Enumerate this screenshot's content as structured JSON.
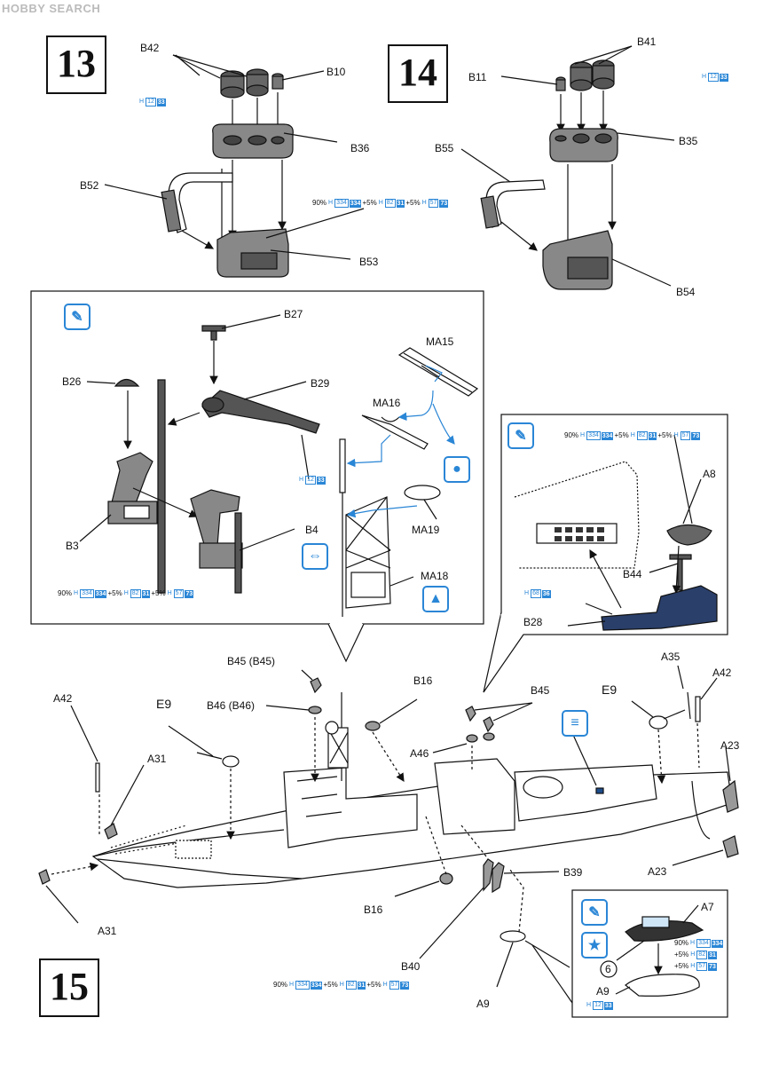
{
  "watermark": "HOBBY SEARCH",
  "steps": {
    "s13": "13",
    "s14": "14",
    "s15": "15"
  },
  "labels": {
    "B42": "B42",
    "B10": "B10",
    "B36": "B36",
    "B52": "B52",
    "B53": "B53",
    "B41": "B41",
    "B11": "B11",
    "B35": "B35",
    "B55": "B55",
    "B54": "B54",
    "B27": "B27",
    "B26": "B26",
    "B29": "B29",
    "MA15": "MA15",
    "MA16": "MA16",
    "B3": "B3",
    "B4": "B4",
    "MA19": "MA19",
    "MA18": "MA18",
    "A8": "A8",
    "B44": "B44",
    "B28": "B28",
    "B45B45": "B45 (B45)",
    "B46B46": "B46 (B46)",
    "B16a": "B16",
    "B45": "B45",
    "A46": "A46",
    "E9a": "E9",
    "E9b": "E9",
    "A35": "A35",
    "A42a": "A42",
    "A42b": "A42",
    "A31a": "A31",
    "A31b": "A31",
    "A23a": "A23",
    "A23b": "A23",
    "B16b": "B16",
    "B39": "B39",
    "B40": "B40",
    "A9a": "A9",
    "A7": "A7",
    "A9b": "A9",
    "six": "6"
  },
  "paint": {
    "h12_33": {
      "h": "H",
      "c1": "12",
      "c2": "33"
    },
    "h68_36": {
      "h": "H",
      "c1": "68",
      "c2": "36"
    },
    "mix": {
      "p1": "90%",
      "h": "H",
      "a1": "334",
      "a2": "334",
      "p2": "+5%",
      "b1": "82",
      "b2": "31",
      "p3": "+5%",
      "c1": "57",
      "c2": "73"
    },
    "boat": {
      "p1": "90%",
      "h": "H",
      "a1": "334",
      "a2": "334",
      "p2": "+5%",
      "b1": "82",
      "b2": "31",
      "p3": "+5%",
      "c1": "57",
      "c2": "73"
    }
  },
  "icons": [
    "brush-icon",
    "paint-drop-icon",
    "flip-icon",
    "up-arrow-icon",
    "decal-icon",
    "star-icon"
  ]
}
